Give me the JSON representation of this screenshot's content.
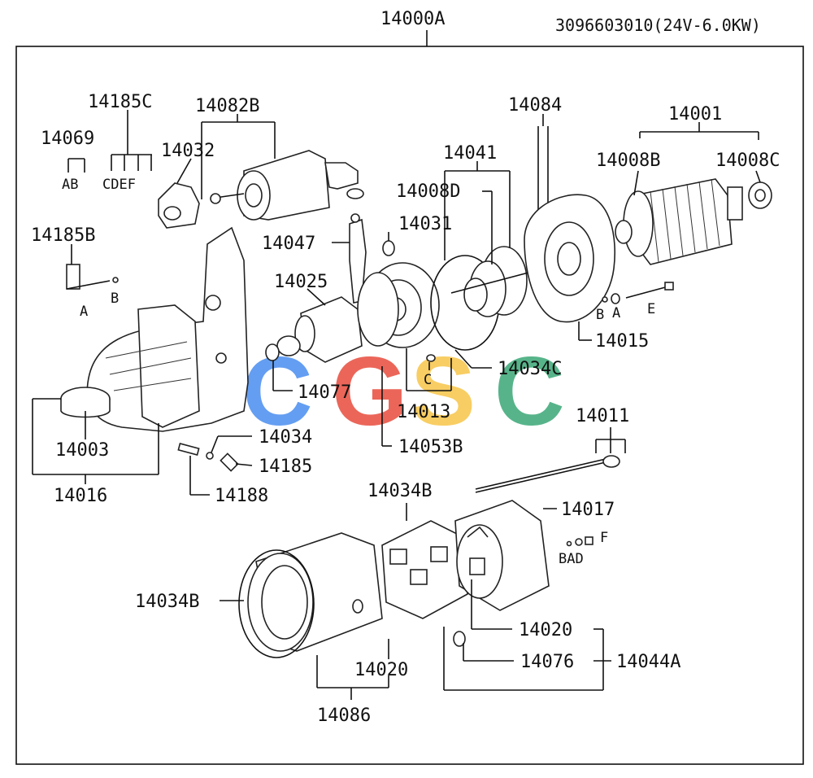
{
  "header": {
    "assembly_number": "14000A",
    "part_spec": "3096603010(24V-6.0KW)"
  },
  "watermark": {
    "letters": [
      "C",
      "G",
      "S",
      "C"
    ],
    "colors": [
      "#4a8ef0",
      "#e84c3d",
      "#f7c548",
      "#3aa876"
    ]
  },
  "callouts": {
    "p14185C": "14185C",
    "p14082B": "14082B",
    "p14069": "14069",
    "p14069_sub": "AB",
    "p14185C_sub": "CDEF",
    "p14032": "14032",
    "p14185B": "14185B",
    "p14185B_A": "A",
    "p14185B_B": "B",
    "p14084": "14084",
    "p14041": "14041",
    "p14001": "14001",
    "p14008B": "14008B",
    "p14008C": "14008C",
    "p14008D": "14008D",
    "p14031": "14031",
    "p14047": "14047",
    "p14025": "14025",
    "p14015": "14015",
    "p14015_B": "B",
    "p14015_A": "A",
    "p14015_E": "E",
    "p14034C": "14034C",
    "p14034C_C": "C",
    "p14077": "14077",
    "p14013": "14013",
    "p14003": "14003",
    "p14034": "14034",
    "p14185": "14185",
    "p14053B": "14053B",
    "p14016": "14016",
    "p14188": "14188",
    "p14011": "14011",
    "p14034B_top": "14034B",
    "p14017": "14017",
    "p14017_F": "F",
    "p14017_BAD": "BAD",
    "p14034B_left": "14034B",
    "p14020_right": "14020",
    "p14076": "14076",
    "p14044A": "14044A",
    "p14020_bottom": "14020",
    "p14086": "14086"
  }
}
